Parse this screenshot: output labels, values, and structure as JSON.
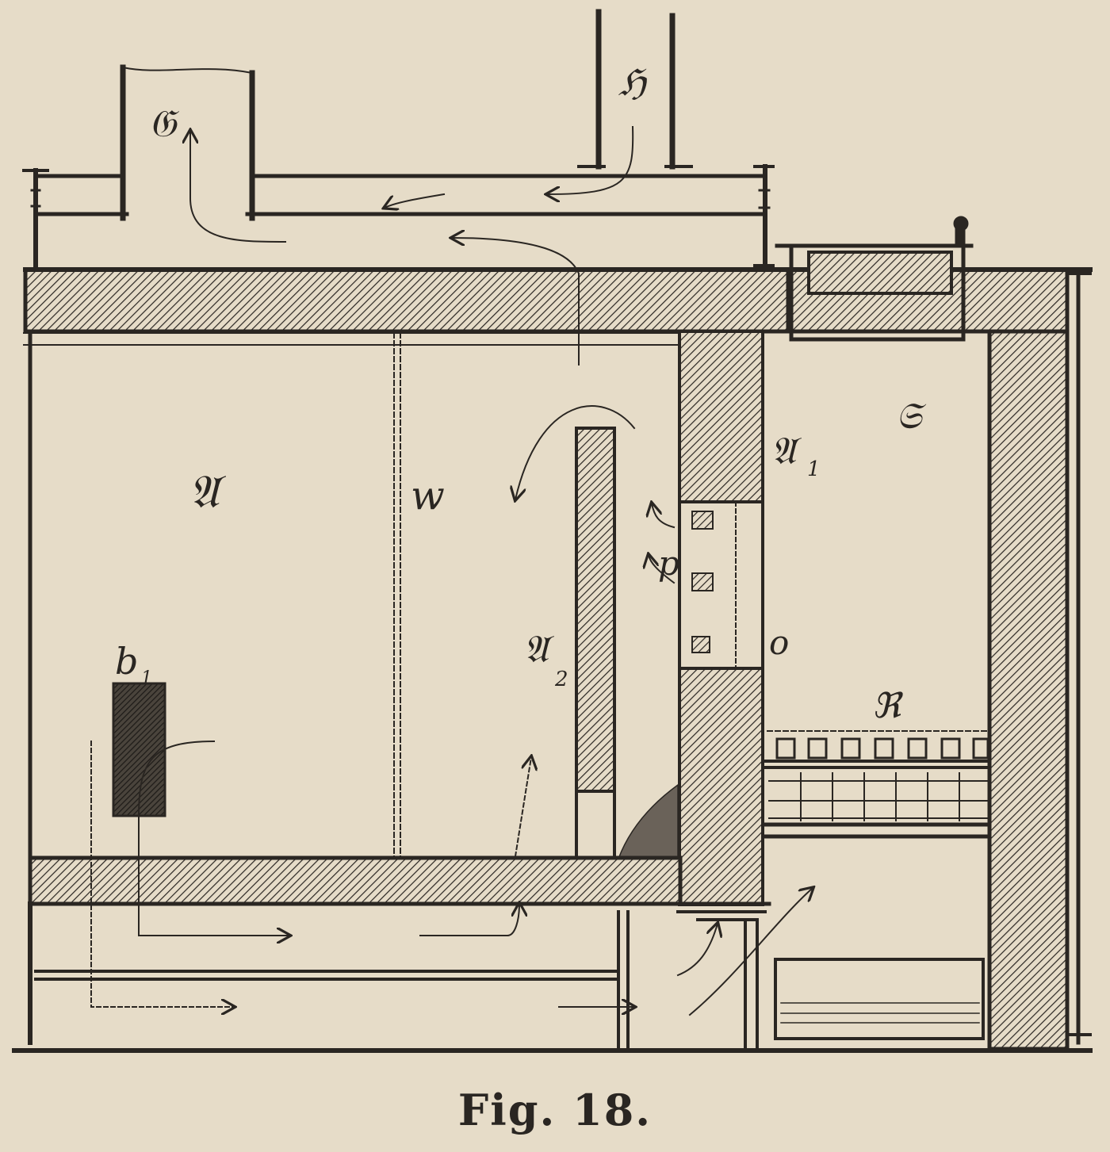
{
  "figure": {
    "caption": "Fig. 18.",
    "ink_color": "#2a2622",
    "paper_color": "#e6dcc8"
  },
  "labels": {
    "G": "𝔊",
    "H": "ℌ",
    "A": "𝔄",
    "W": "w",
    "A1": "𝔄",
    "A1_sub": "1",
    "A2": "𝔄",
    "A2_sub": "2",
    "S": "𝔖",
    "P": "p",
    "O": "o",
    "R": "ℜ",
    "B": "b",
    "B_sub": "1"
  }
}
